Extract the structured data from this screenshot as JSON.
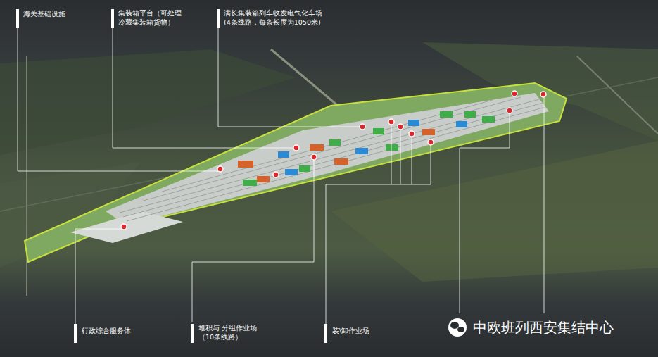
{
  "diagram": {
    "labels": [
      "海关基础设施",
      "集装箱平台（可处理 冷藏集装箱货物）",
      "满长集装箱列车收发电气化车场 (4条线路，每条长度为1050米)",
      "行政综合服务体",
      "堆积与 分组作业场（10条线路）",
      "装\\卸作业场",
      "中欧班列西安集结中心"
    ]
  }
}
